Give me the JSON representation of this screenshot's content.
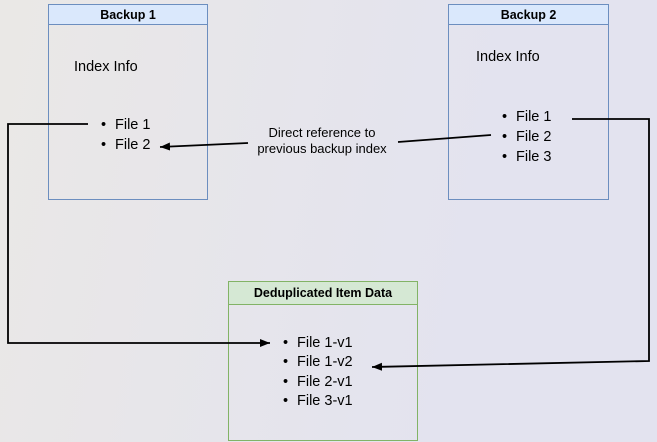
{
  "glyphs": {
    "bullet": "•"
  },
  "colors": {
    "background_left": "#eae8e6",
    "background_right": "#e3e3ef",
    "blue_header_fill": "#dae8fc",
    "blue_border": "#6c8ebf",
    "green_header_fill": "#d5e8d4",
    "green_border": "#82b366",
    "connector": "#000000",
    "text": "#000000"
  },
  "boxes": {
    "backup1": {
      "title": "Backup 1",
      "subtitle": "Index Info",
      "files": [
        "File 1",
        "File 2"
      ]
    },
    "backup2": {
      "title": "Backup 2",
      "subtitle": "Index Info",
      "files": [
        "File 1",
        "File 2",
        "File 3"
      ]
    },
    "dedup": {
      "title": "Deduplicated Item Data",
      "files": [
        "File 1-v1",
        "File 1-v2",
        "File 2-v1",
        "File 3-v1"
      ]
    }
  },
  "edges": [
    {
      "from": "Backup 1 · File 1",
      "to": "Deduplicated Item Data · File 1-v1"
    },
    {
      "from": "Backup 2 · File 1",
      "to": "Deduplicated Item Data · File 1-v2"
    },
    {
      "from": "Backup 2 · File 2",
      "to": "Backup 1 · File 2",
      "label_line1": "Direct reference to",
      "label_line2": "previous backup index"
    }
  ]
}
